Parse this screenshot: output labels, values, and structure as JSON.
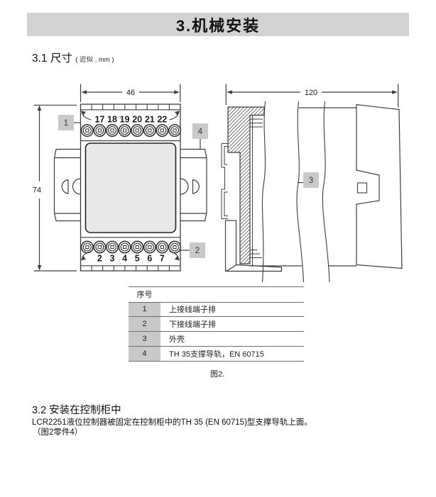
{
  "page": {
    "title": "3.机械安装",
    "section_31": {
      "heading": "3.1 尺寸",
      "heading_note": "( 近似 , mm )"
    },
    "figure_caption": "图2.",
    "section_32": {
      "heading": "3.2 安装在控制柜中",
      "body": "LCR2251液位控制器被固定在控制柜中的TH 35 (EN 60715)型支撑导轨上面。",
      "note": "（图2零件4）"
    }
  },
  "drawing": {
    "front_view": {
      "width_dim": "46",
      "height_dim": "74",
      "top_terminals": [
        "17",
        "18",
        "19",
        "20",
        "21",
        "22"
      ],
      "bottom_terminals": [
        "2",
        "3",
        "4",
        "5",
        "6",
        "7"
      ]
    },
    "side_view": {
      "depth_dim": "120"
    },
    "callouts": [
      "1",
      "2",
      "3",
      "4"
    ]
  },
  "table": {
    "header": "序号",
    "rows": [
      {
        "num": "1",
        "desc": "上接线端子排"
      },
      {
        "num": "2",
        "desc": "下接线端子排"
      },
      {
        "num": "3",
        "desc": "外壳"
      },
      {
        "num": "4",
        "desc": "TH 35支撑导轨，EN 60715"
      }
    ]
  },
  "colors": {
    "title_bar_bg": "#d2d2d2",
    "callout_bg": "#c9c9c9",
    "table_num_bg": "#c9c9c9",
    "display_fill": "#e9e9e9",
    "line": "#3d3d3d"
  }
}
